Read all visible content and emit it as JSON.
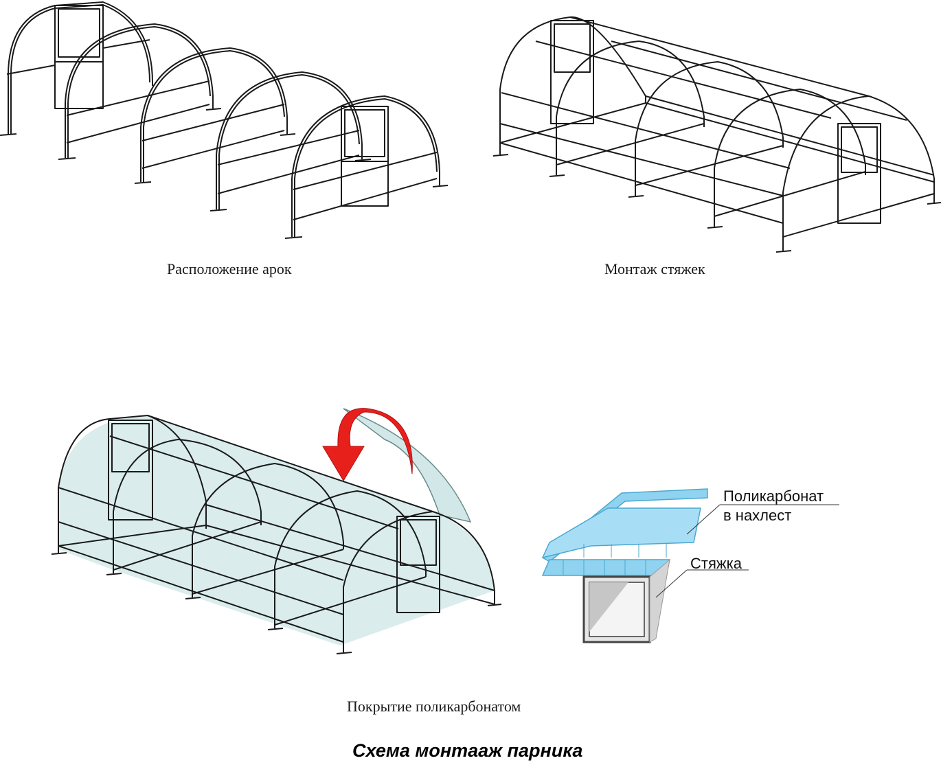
{
  "diagram": {
    "title": "Схема монтааж парника",
    "panels": [
      {
        "id": "arches",
        "caption": "Расположение арок"
      },
      {
        "id": "ties",
        "caption": "Монтаж стяжек"
      },
      {
        "id": "covering",
        "caption": "Покрытие поликарбонатом"
      }
    ],
    "detail": {
      "label_polycarbonate_line1": "Поликарбонат",
      "label_polycarbonate_line2": "в нахлест",
      "label_tie": "Стяжка"
    }
  },
  "colors": {
    "frame": "#1a1a1a",
    "glass": "#cde6e6",
    "polycarbonate": "#8fd3f0",
    "arrow": "#e8201c"
  }
}
